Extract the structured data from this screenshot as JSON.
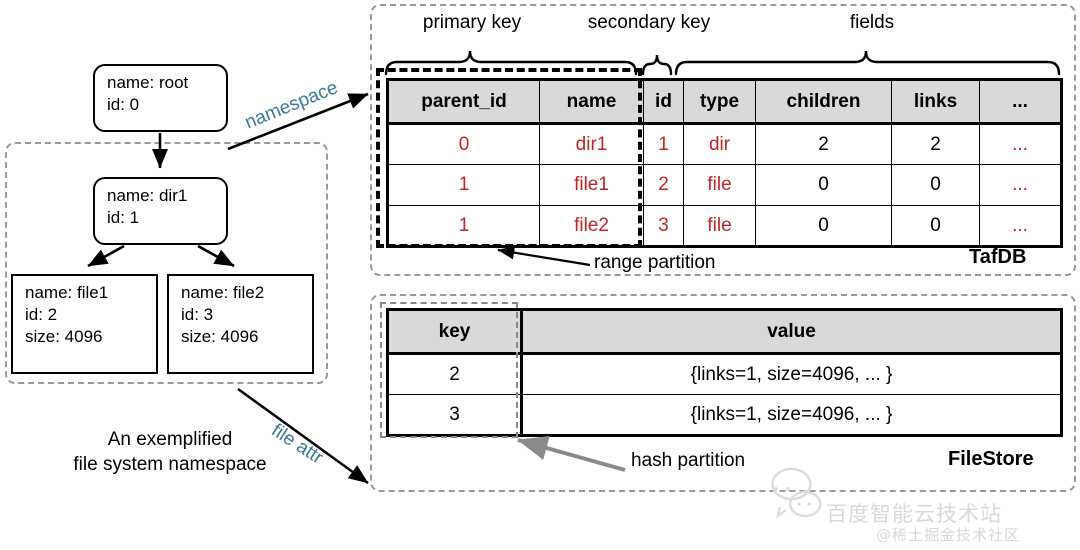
{
  "namespace_tree": {
    "nodes": [
      {
        "id": "root",
        "text": "name: root\nid: 0"
      },
      {
        "id": "dir1",
        "text": "name: dir1\nid: 1"
      },
      {
        "id": "file1",
        "text": "name: file1\nid: 2\nsize: 4096"
      },
      {
        "id": "file2",
        "text": "name: file2\nid: 3\nsize: 4096"
      }
    ],
    "caption": "An exemplified\nfile system namespace"
  },
  "connectors": {
    "namespace_label": "namespace",
    "file_attr_label": "file attr"
  },
  "tafdb": {
    "panel_label": "TafDB",
    "group_labels": {
      "primary_key": "primary key",
      "secondary_key": "secondary key",
      "fields": "fields"
    },
    "partition_annotation": "range partition",
    "columns": [
      "parent_id",
      "name",
      "id",
      "type",
      "children",
      "links",
      "..."
    ],
    "rows": [
      {
        "parent_id": "0",
        "name": "dir1",
        "id": "1",
        "type": "dir",
        "children": "2",
        "links": "2",
        "more": "..."
      },
      {
        "parent_id": "1",
        "name": "file1",
        "id": "2",
        "type": "file",
        "children": "0",
        "links": "0",
        "more": "..."
      },
      {
        "parent_id": "1",
        "name": "file2",
        "id": "3",
        "type": "file",
        "children": "0",
        "links": "0",
        "more": "..."
      }
    ]
  },
  "filestore": {
    "panel_label": "FileStore",
    "partition_annotation": "hash partition",
    "columns": [
      "key",
      "value"
    ],
    "rows": [
      {
        "key": "2",
        "value": "{links=1, size=4096, ... }"
      },
      {
        "key": "3",
        "value": "{links=1, size=4096, ... }"
      }
    ]
  },
  "watermark": {
    "line1": "百度智能云技术站",
    "line2": "@稀土掘金技术社区"
  },
  "colors": {
    "key_value_red": "#bf252b",
    "label_blue": "#3d7b93",
    "header_gray": "#d9d9d9",
    "dashed_gray": "#9b9b9b"
  }
}
